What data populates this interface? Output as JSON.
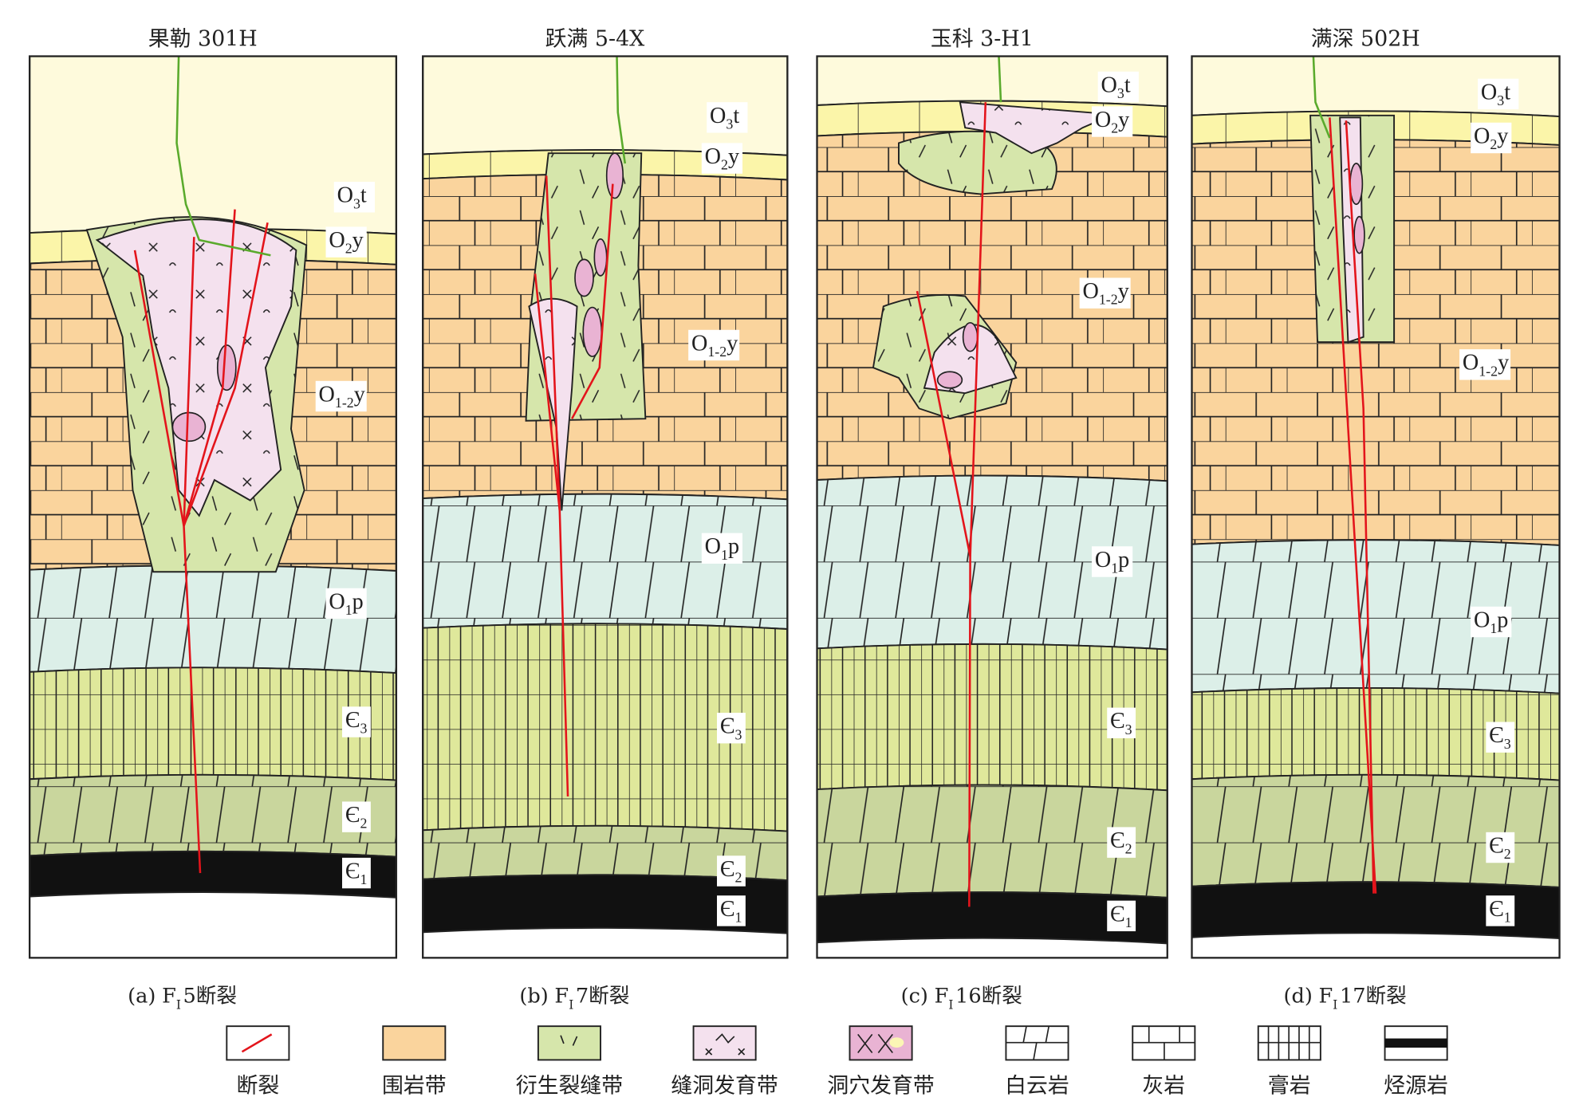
{
  "panels": [
    {
      "title": "果勒 301H",
      "caption": {
        "letter": "(a)",
        "f": "F",
        "sub": "I",
        "rest": "5断裂"
      },
      "labels": [
        {
          "main": "O",
          "sub": "3",
          "suffix": "t"
        },
        {
          "main": "O",
          "sub": "2",
          "suffix": "y"
        },
        {
          "main": "O",
          "sub": "1-2",
          "suffix": "y"
        },
        {
          "main": "O",
          "sub": "1",
          "suffix": "p"
        },
        {
          "main": "Є",
          "sub": "3",
          "suffix": ""
        },
        {
          "main": "Є",
          "sub": "2",
          "suffix": ""
        },
        {
          "main": "Є",
          "sub": "1",
          "suffix": ""
        }
      ]
    },
    {
      "title": "跃满 5-4X",
      "caption": {
        "letter": "(b)",
        "f": "F",
        "sub": "I",
        "rest": "7断裂"
      },
      "labels": [
        {
          "main": "O",
          "sub": "3",
          "suffix": "t"
        },
        {
          "main": "O",
          "sub": "2",
          "suffix": "y"
        },
        {
          "main": "O",
          "sub": "1-2",
          "suffix": "y"
        },
        {
          "main": "O",
          "sub": "1",
          "suffix": "p"
        },
        {
          "main": "Є",
          "sub": "3",
          "suffix": ""
        },
        {
          "main": "Є",
          "sub": "2",
          "suffix": ""
        },
        {
          "main": "Є",
          "sub": "1",
          "suffix": ""
        }
      ]
    },
    {
      "title": "玉科 3-H1",
      "caption": {
        "letter": "(c)",
        "f": "F",
        "sub": "I",
        "rest": "16断裂"
      },
      "labels": [
        {
          "main": "O",
          "sub": "3",
          "suffix": "t"
        },
        {
          "main": "O",
          "sub": "2",
          "suffix": "y"
        },
        {
          "main": "O",
          "sub": "1-2",
          "suffix": "y"
        },
        {
          "main": "O",
          "sub": "1",
          "suffix": "p"
        },
        {
          "main": "Є",
          "sub": "3",
          "suffix": ""
        },
        {
          "main": "Є",
          "sub": "2",
          "suffix": ""
        },
        {
          "main": "Є",
          "sub": "1",
          "suffix": ""
        }
      ]
    },
    {
      "title": "满深 502H",
      "caption": {
        "letter": "(d)",
        "f": "F",
        "sub": "I",
        "rest": "17断裂"
      },
      "labels": [
        {
          "main": "O",
          "sub": "3",
          "suffix": "t"
        },
        {
          "main": "O",
          "sub": "2",
          "suffix": "y"
        },
        {
          "main": "O",
          "sub": "1-2",
          "suffix": "y"
        },
        {
          "main": "O",
          "sub": "1",
          "suffix": "p"
        },
        {
          "main": "Є",
          "sub": "3",
          "suffix": ""
        },
        {
          "main": "Є",
          "sub": "2",
          "suffix": ""
        },
        {
          "main": "Є",
          "sub": "1",
          "suffix": ""
        }
      ]
    }
  ],
  "legend": [
    {
      "label": "断裂",
      "icon": "fault-icon"
    },
    {
      "label": "围岩带",
      "icon": "host-rock-zone-icon"
    },
    {
      "label": "衍生裂缝带",
      "icon": "derived-fracture-zone-icon"
    },
    {
      "label": "缝洞发育带",
      "icon": "fracture-vug-zone-icon"
    },
    {
      "label": "洞穴发育带",
      "icon": "cave-zone-icon"
    },
    {
      "label": "白云岩",
      "icon": "dolomite-icon"
    },
    {
      "label": "灰岩",
      "icon": "limestone-icon"
    },
    {
      "label": "膏岩",
      "icon": "gypsum-icon"
    },
    {
      "label": "烃源岩",
      "icon": "source-rock-icon"
    }
  ],
  "colors": {
    "O3t": "#fefadc",
    "O2y": "#fbf5a9",
    "O12y": "#fad49d",
    "O1p": "#dcefe8",
    "E3": "#dfe89b",
    "E2": "#c9d69d",
    "E1": "#111111",
    "derived": "#d6e6ab",
    "vug": "#f4e1ee",
    "cave": "#e9b3d3",
    "fault": "#e3141b",
    "well": "#5aaa2c"
  }
}
